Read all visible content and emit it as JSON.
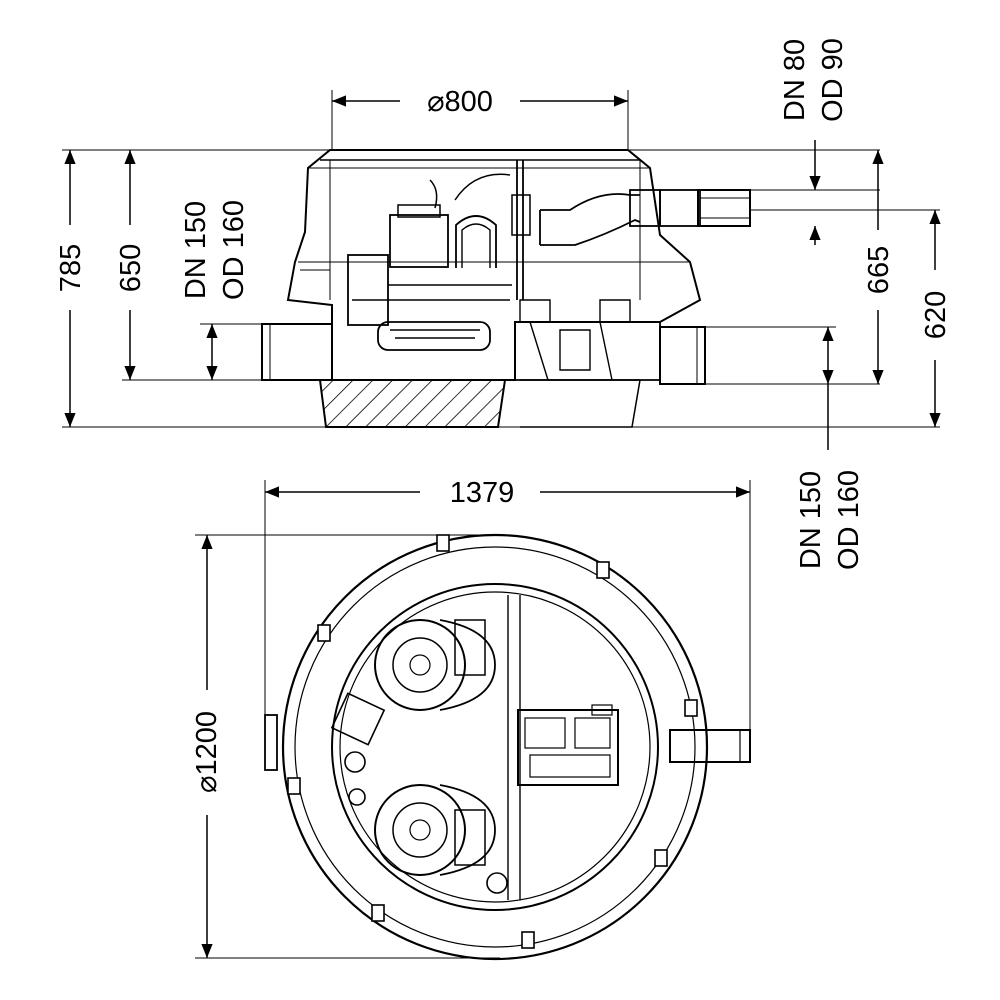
{
  "drawing": {
    "side_view": {
      "top_diameter": "⌀800",
      "overall_height": "785",
      "inlet_height": "650",
      "inlet_pipe": {
        "dn": "DN 150",
        "od": "OD 160"
      },
      "pressure_outlet_height": "665",
      "pressure_pipe": {
        "dn": "DN 80",
        "od": "OD 90"
      },
      "outlet_height": "620",
      "outlet_pipe": {
        "dn": "DN 150",
        "od": "OD 160"
      }
    },
    "plan_view": {
      "overall_width": "1379",
      "diameter": "⌀1200"
    }
  }
}
